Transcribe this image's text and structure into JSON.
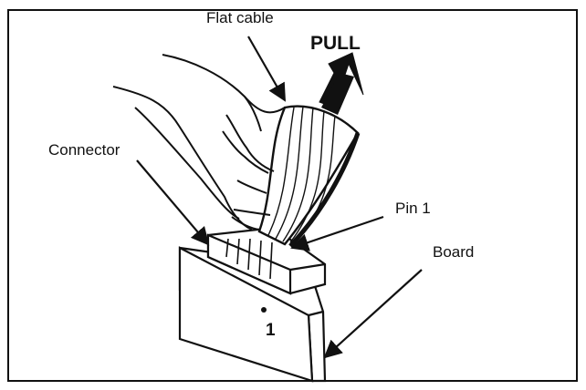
{
  "diagram": {
    "labels": {
      "flat_cable": "Flat cable",
      "pull": "PULL",
      "connector": "Connector",
      "pin1": "Pin 1",
      "board": "Board",
      "pin_marker": "1"
    },
    "colors": {
      "line": "#111111",
      "background": "#ffffff"
    }
  }
}
